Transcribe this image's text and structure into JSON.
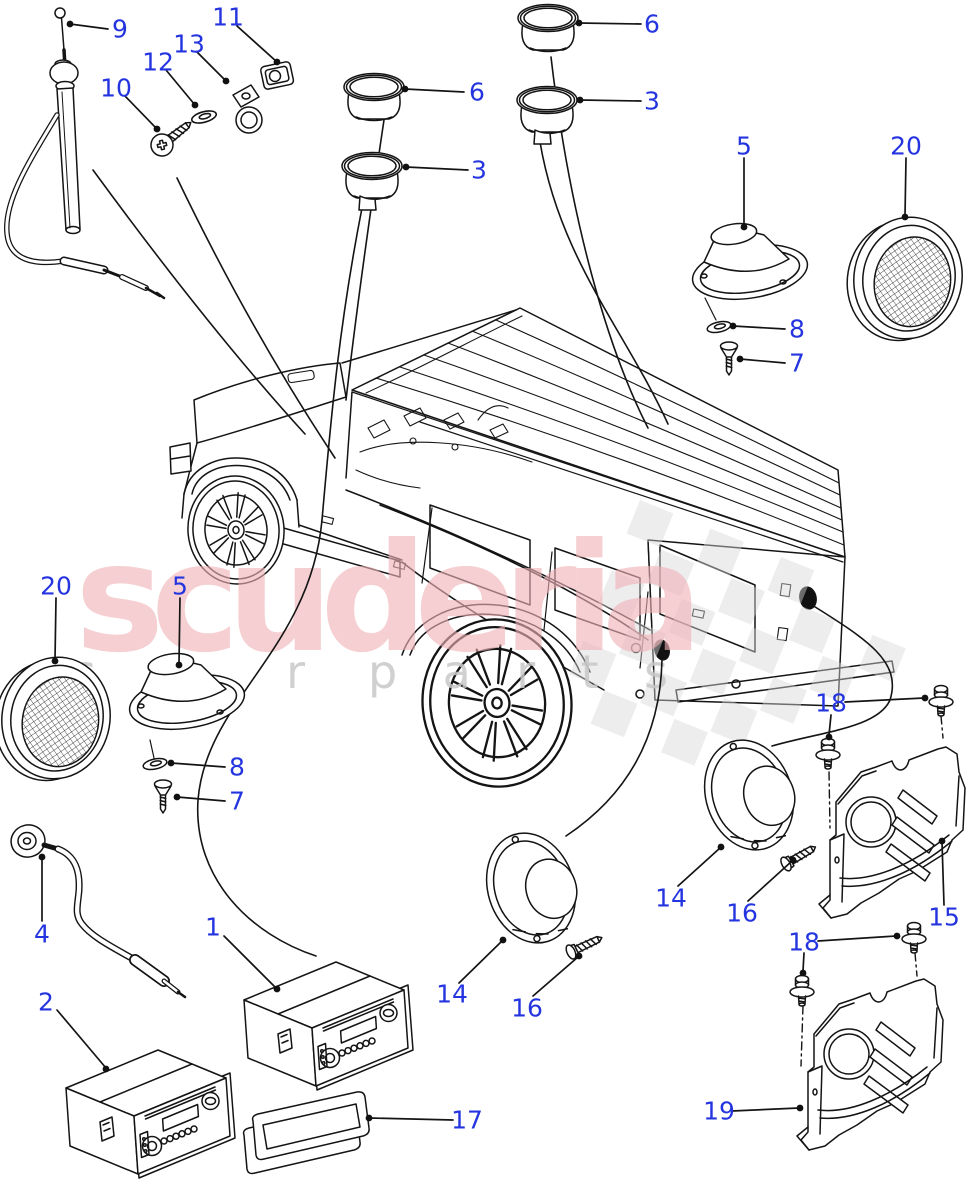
{
  "diagram": {
    "title_hint": "radio and speakers exploded parts diagram",
    "accent_label_color": "#2435e0",
    "line_color": "#141414",
    "watermark": {
      "primary": "scuderia",
      "secondary_left": "car",
      "secondary_right": "parts",
      "pink": "#f0b3b8",
      "gray": "#c8c8c8"
    },
    "parts_legend": {
      "1": "radio head unit",
      "2": "radio head unit (lower)",
      "3": "blanking plug with tab",
      "4": "antenna extension cable",
      "5": "dash top speaker pod",
      "6": "blanking plug",
      "7": "countersunk screw",
      "8": "washer",
      "9": "antenna assembly",
      "10": "self tapping screw",
      "11": "captive nut clip",
      "12": "grommet washer",
      "13": "antenna cable clip",
      "14": "rear speaker",
      "15": "speaker housing upper",
      "16": "speaker screw",
      "17": "radio trim surround",
      "18": "push pin clip",
      "19": "speaker housing lower",
      "20": "round speaker grille"
    },
    "callouts": [
      {
        "n": "9",
        "target": "antenna-assembly"
      },
      {
        "n": "11",
        "target": "captive-nut-clip"
      },
      {
        "n": "13",
        "target": "antenna-cable-clip"
      },
      {
        "n": "12",
        "target": "grommet-washer"
      },
      {
        "n": "10",
        "target": "self-tapping-screw"
      },
      {
        "n": "6",
        "target": "blanking-plug-top"
      },
      {
        "n": "6",
        "target": "blanking-plug-left"
      },
      {
        "n": "3",
        "target": "blanking-plug-tab-right"
      },
      {
        "n": "3",
        "target": "blanking-plug-tab-left"
      },
      {
        "n": "5",
        "target": "dash-speaker-right"
      },
      {
        "n": "20",
        "target": "round-speaker-right"
      },
      {
        "n": "8",
        "target": "washer-right"
      },
      {
        "n": "7",
        "target": "countersunk-screw-right"
      },
      {
        "n": "20",
        "target": "round-speaker-left"
      },
      {
        "n": "5",
        "target": "dash-speaker-left"
      },
      {
        "n": "8",
        "target": "washer-left"
      },
      {
        "n": "7",
        "target": "countersunk-screw-left"
      },
      {
        "n": "4",
        "target": "antenna-extension-cable"
      },
      {
        "n": "1",
        "target": "radio-head-unit"
      },
      {
        "n": "2",
        "target": "radio-head-unit-lower"
      },
      {
        "n": "17",
        "target": "radio-trim-surround"
      },
      {
        "n": "14",
        "target": "rear-speaker-left"
      },
      {
        "n": "16",
        "target": "speaker-screw-left"
      },
      {
        "n": "14",
        "target": "rear-speaker-right"
      },
      {
        "n": "16",
        "target": "speaker-screw-right"
      },
      {
        "n": "18",
        "target": "push-clips-upper"
      },
      {
        "n": "15",
        "target": "speaker-housing-upper"
      },
      {
        "n": "18",
        "target": "push-clips-lower"
      },
      {
        "n": "19",
        "target": "speaker-housing-lower"
      }
    ]
  }
}
